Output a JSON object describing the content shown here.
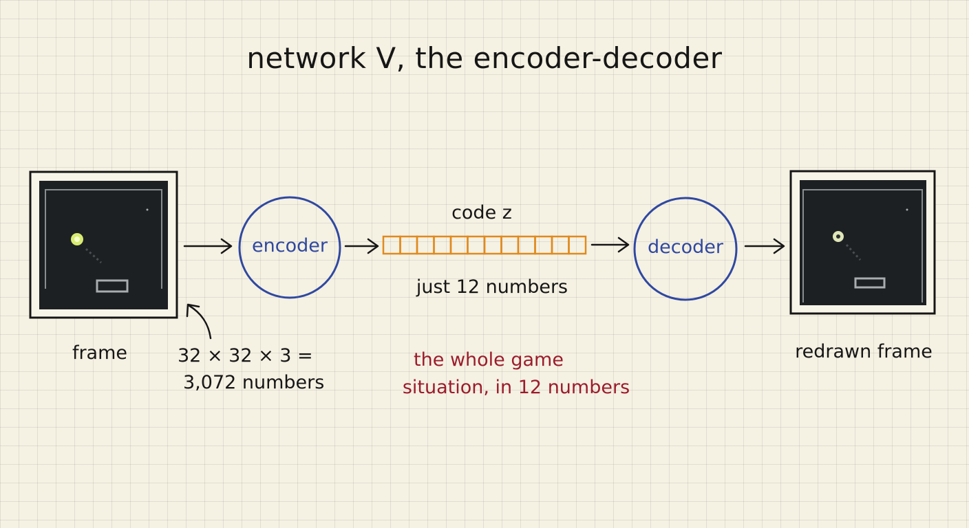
{
  "title": "network V, the encoder-decoder",
  "input_frame": {
    "label": "frame"
  },
  "input_size": {
    "line1": "32 × 32 × 3 =",
    "line2": "3,072 numbers"
  },
  "encoder": {
    "label": "encoder"
  },
  "code": {
    "label": "code z",
    "size_label": "just 12 numbers",
    "cells": 12
  },
  "decoder": {
    "label": "decoder"
  },
  "output_frame": {
    "label": "redrawn frame"
  },
  "annotation": {
    "line1": "the whole game",
    "line2": "situation, in 12 numbers"
  },
  "colors": {
    "ink": "#161616",
    "encoder_decoder": "#2f48a0",
    "code": "#e08a1e",
    "annotation": "#9b1c2c",
    "screen": "#1d2023"
  }
}
